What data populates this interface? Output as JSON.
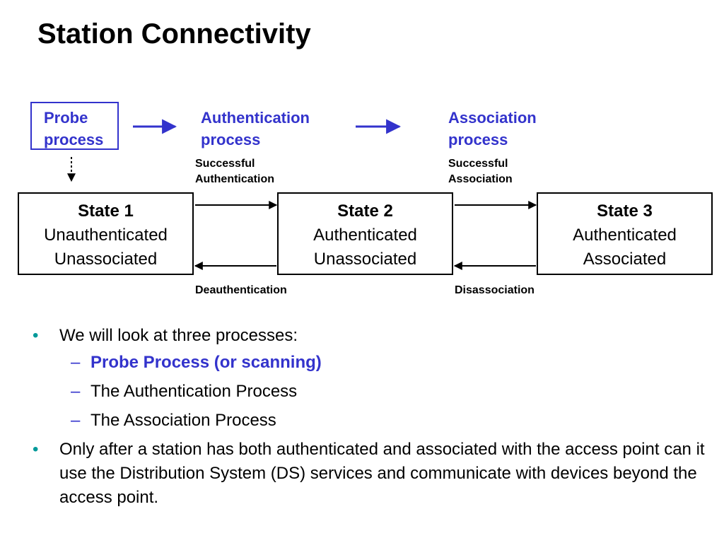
{
  "title": "Station Connectivity",
  "processes": {
    "probe": [
      "Probe",
      "process"
    ],
    "authentication": [
      "Authentication",
      "process"
    ],
    "association": [
      "Association",
      "process"
    ]
  },
  "transitions": {
    "successful_authentication": [
      "Successful",
      "Authentication"
    ],
    "successful_association": [
      "Successful",
      "Association"
    ],
    "deauthentication": "Deauthentication",
    "disassociation": "Disassociation"
  },
  "states": [
    {
      "name": "State 1",
      "line1": "Unauthenticated",
      "line2": "Unassociated"
    },
    {
      "name": "State 2",
      "line1": "Authenticated",
      "line2": "Unassociated"
    },
    {
      "name": "State 3",
      "line1": "Authenticated",
      "line2": "Associated"
    }
  ],
  "bullets": {
    "intro": "We will look at three processes:",
    "sub": [
      "Probe Process (or scanning)",
      "The Authentication Process",
      "The Association Process"
    ],
    "sub_dash": "–",
    "conclusion": "Only after a station has both authenticated and associated with the access point can it use the Distribution System (DS) services and communicate with devices beyond the access point."
  },
  "colors": {
    "accent": "#3333cc",
    "bullet": "#009999",
    "text": "#000000"
  }
}
